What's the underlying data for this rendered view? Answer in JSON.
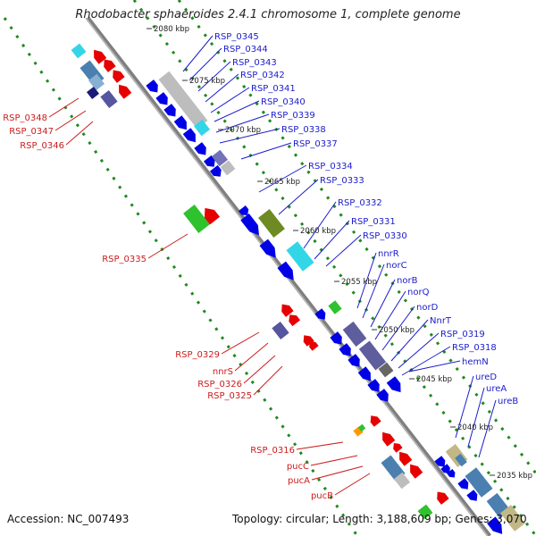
{
  "title": "Rhodobacter sphaeroides 2.4.1 chromosome 1, complete genome",
  "accession": "Accession: NC_007493",
  "topology": "Topology: circular; Length: 3,188,609 bp; Genes: 3,070",
  "colors": {
    "backbone": "#888888",
    "forward_cds": "#0000e6",
    "reverse_cds": "#e60000",
    "forward_label": "#1c1ccc",
    "reverse_label": "#cc1c1c",
    "tick_ring": "#1f8a1f"
  },
  "kbp_ticks": [
    {
      "label": "2080 kbp"
    },
    {
      "label": "2075 kbp"
    },
    {
      "label": "2070 kbp"
    },
    {
      "label": "2065 kbp"
    },
    {
      "label": "2060 kbp"
    },
    {
      "label": "2055 kbp"
    },
    {
      "label": "2050 kbp"
    },
    {
      "label": "2045 kbp"
    },
    {
      "label": "2040 kbp"
    },
    {
      "label": "2035 kbp"
    }
  ],
  "forward_genes": [
    {
      "label": "RSP_0345"
    },
    {
      "label": "RSP_0344"
    },
    {
      "label": "RSP_0343"
    },
    {
      "label": "RSP_0342"
    },
    {
      "label": "RSP_0341"
    },
    {
      "label": "RSP_0340"
    },
    {
      "label": "RSP_0339"
    },
    {
      "label": "RSP_0338"
    },
    {
      "label": "RSP_0337"
    },
    {
      "label": "RSP_0334"
    },
    {
      "label": "RSP_0333"
    },
    {
      "label": "RSP_0332"
    },
    {
      "label": "RSP_0331"
    },
    {
      "label": "RSP_0330"
    },
    {
      "label": "nnrR"
    },
    {
      "label": "norC"
    },
    {
      "label": "norB"
    },
    {
      "label": "norQ"
    },
    {
      "label": "norD"
    },
    {
      "label": "NnrT"
    },
    {
      "label": "RSP_0319"
    },
    {
      "label": "RSP_0318"
    },
    {
      "label": "hemN"
    },
    {
      "label": "ureD"
    },
    {
      "label": "ureA"
    },
    {
      "label": "ureB"
    }
  ],
  "reverse_genes": [
    {
      "label": "RSP_0348"
    },
    {
      "label": "RSP_0347"
    },
    {
      "label": "RSP_0346"
    },
    {
      "label": "RSP_0335"
    },
    {
      "label": "RSP_0329"
    },
    {
      "label": "nnrS"
    },
    {
      "label": "RSP_0326"
    },
    {
      "label": "RSP_0325"
    },
    {
      "label": "RSP_0316"
    },
    {
      "label": "pucC"
    },
    {
      "label": "pucA"
    },
    {
      "label": "pucB"
    }
  ]
}
